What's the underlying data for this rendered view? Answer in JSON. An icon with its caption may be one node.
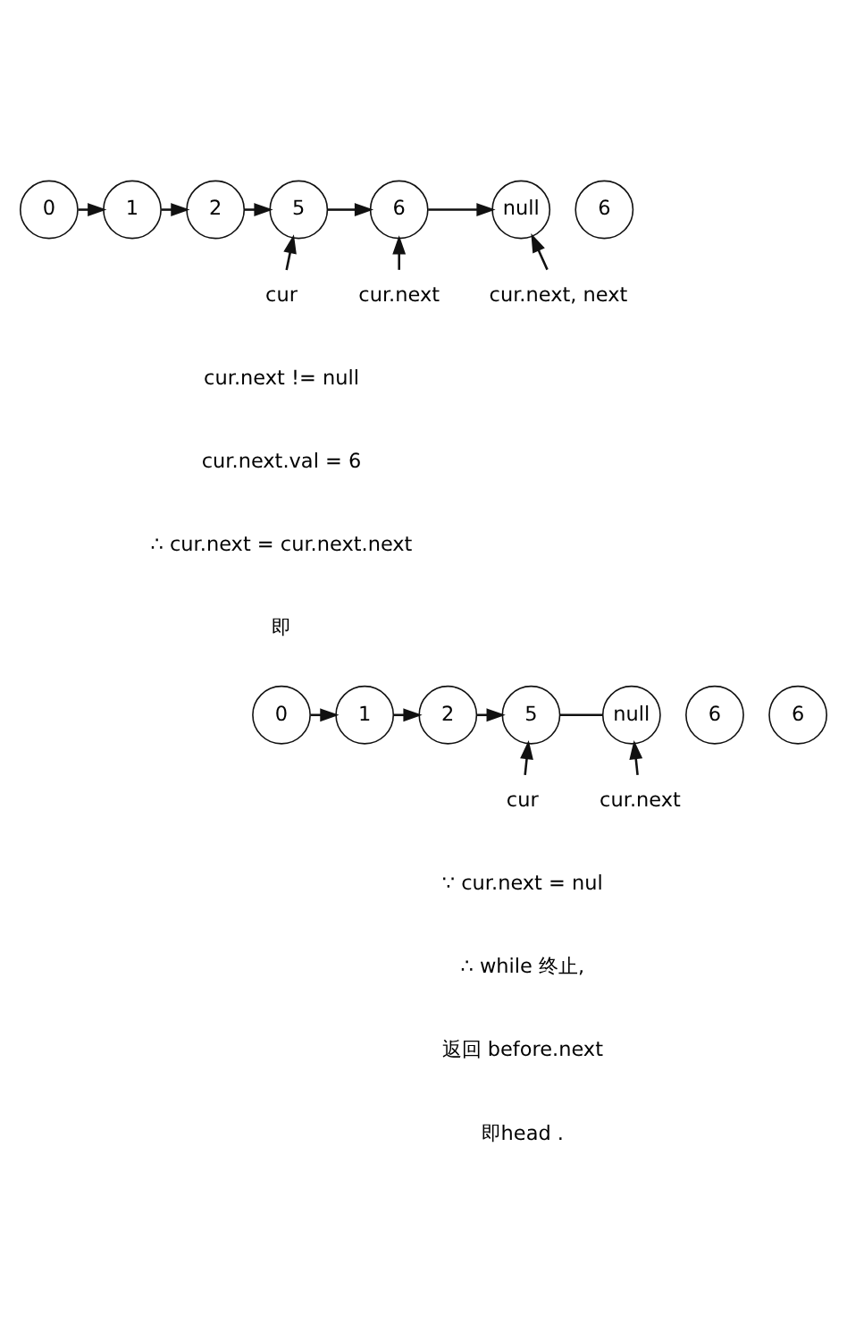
{
  "diagram": {
    "nodes": [
      {
        "text": [
          "0"
        ]
      },
      {
        "text": [
          "1"
        ]
      },
      {
        "text": [
          "2"
        ]
      },
      {
        "text": [
          "6"
        ]
      },
      {
        "text": [
          "5"
        ]
      },
      {
        "text": [
          "6"
        ]
      },
      {
        "text": [
          "null"
        ]
      },
      {
        "text": [
          "cur"
        ]
      },
      {
        "text": [
          "cur.next"
        ]
      },
      {
        "text": [
          "cur.next, next"
        ]
      },
      {
        "text": [
          "0"
        ]
      },
      {
        "text": [
          "1"
        ]
      },
      {
        "text": [
          "2"
        ]
      },
      {
        "text": [
          "6"
        ]
      },
      {
        "text": [
          "5"
        ]
      },
      {
        "text": [
          "6"
        ]
      },
      {
        "text": [
          "null"
        ]
      },
      {
        "text": [
          "cur"
        ]
      },
      {
        "text": [
          "cur.next"
        ]
      }
    ],
    "edges": [
      {
        "from": 0,
        "to": 1,
        "arrow": "to"
      },
      {
        "from": 1,
        "to": 2,
        "arrow": "to"
      },
      {
        "from": 2,
        "to": 4,
        "arrow": "to"
      },
      {
        "from": 4,
        "to": 5,
        "arrow": "to"
      },
      {
        "from": 5,
        "to": 6,
        "arrow": "to"
      },
      {
        "from": 7,
        "to": 4,
        "arrow": "to"
      },
      {
        "from": 8,
        "to": 5,
        "arrow": "to"
      },
      {
        "from": 9,
        "to": 6,
        "arrow": "to"
      },
      {
        "from": 10,
        "to": 11,
        "arrow": "to"
      },
      {
        "from": 11,
        "to": 12,
        "arrow": "to"
      },
      {
        "from": 12,
        "to": 14,
        "arrow": "to"
      },
      {
        "from": 14,
        "to": 16,
        "arrow": "none"
      },
      {
        "from": 17,
        "to": 14,
        "arrow": "to"
      },
      {
        "from": 18,
        "to": 16,
        "arrow": "to"
      }
    ],
    "labels": [
      "cur.next != null",
      "cur.next.val = 6",
      "∴ cur.next = cur.next.next",
      "即",
      "∵ cur.next = nul",
      "∴ while 终止,",
      "返回 before.next",
      "即head ."
    ]
  }
}
